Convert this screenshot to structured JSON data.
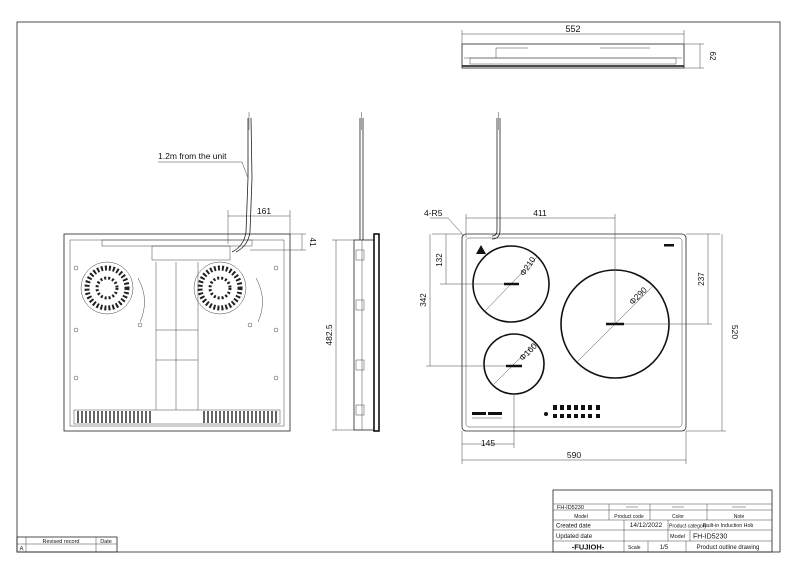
{
  "dimensions": {
    "top_width": "552",
    "top_height": "62",
    "cable_offset": "161",
    "cable_drop": "41",
    "side_height": "482.5",
    "cutout_width": "411",
    "corner_radius": "4-R5",
    "zone_offset_v": "132",
    "left_height": "342",
    "right_offset": "237",
    "overall_height": "520",
    "bottom_offset": "145",
    "overall_width": "590",
    "zone_1": "Φ210",
    "zone_2": "Φ290",
    "zone_3": "Φ160"
  },
  "annotations": {
    "cable_note": "1.2m from the unit"
  },
  "title_block": {
    "model_value": "FH-ID5230",
    "hdr_model": "Model",
    "hdr_product_code": "Product code",
    "hdr_color": "Color",
    "hdr_note": "Note",
    "created_label": "Created date",
    "created_value": "14/12/2022",
    "category_label": "Product category",
    "category_value": "Built-in Induction Hob",
    "updated_label": "Updated date",
    "model_label": "Model",
    "model_value_2": "FH-ID5230",
    "brand": "-FUJIOH-",
    "scale_label": "Scale",
    "scale_value": "1/5",
    "drawing_title": "Product outline drawing"
  },
  "revision_block": {
    "mark": "A",
    "label": "Revised record",
    "date_label": "Date"
  }
}
